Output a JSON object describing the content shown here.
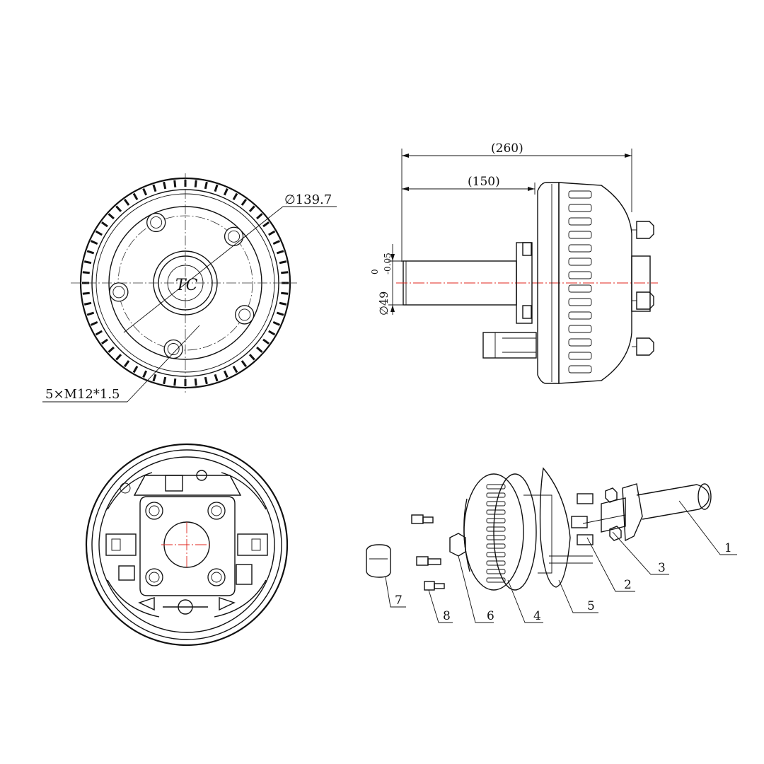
{
  "dimensions": {
    "diameter_pcd": "∅139.7",
    "bolt_spec": "5×M12*1.5",
    "overall_length": "(260)",
    "shaft_length": "(150)",
    "shaft_diameter": "∅49",
    "tol_upper": "0",
    "tol_lower": "-0.05"
  },
  "callouts": [
    "1",
    "2",
    "3",
    "4",
    "5",
    "6",
    "7",
    "8"
  ],
  "colors": {
    "line": "#111111",
    "centerline": "#e0261d",
    "background": "#ffffff"
  }
}
